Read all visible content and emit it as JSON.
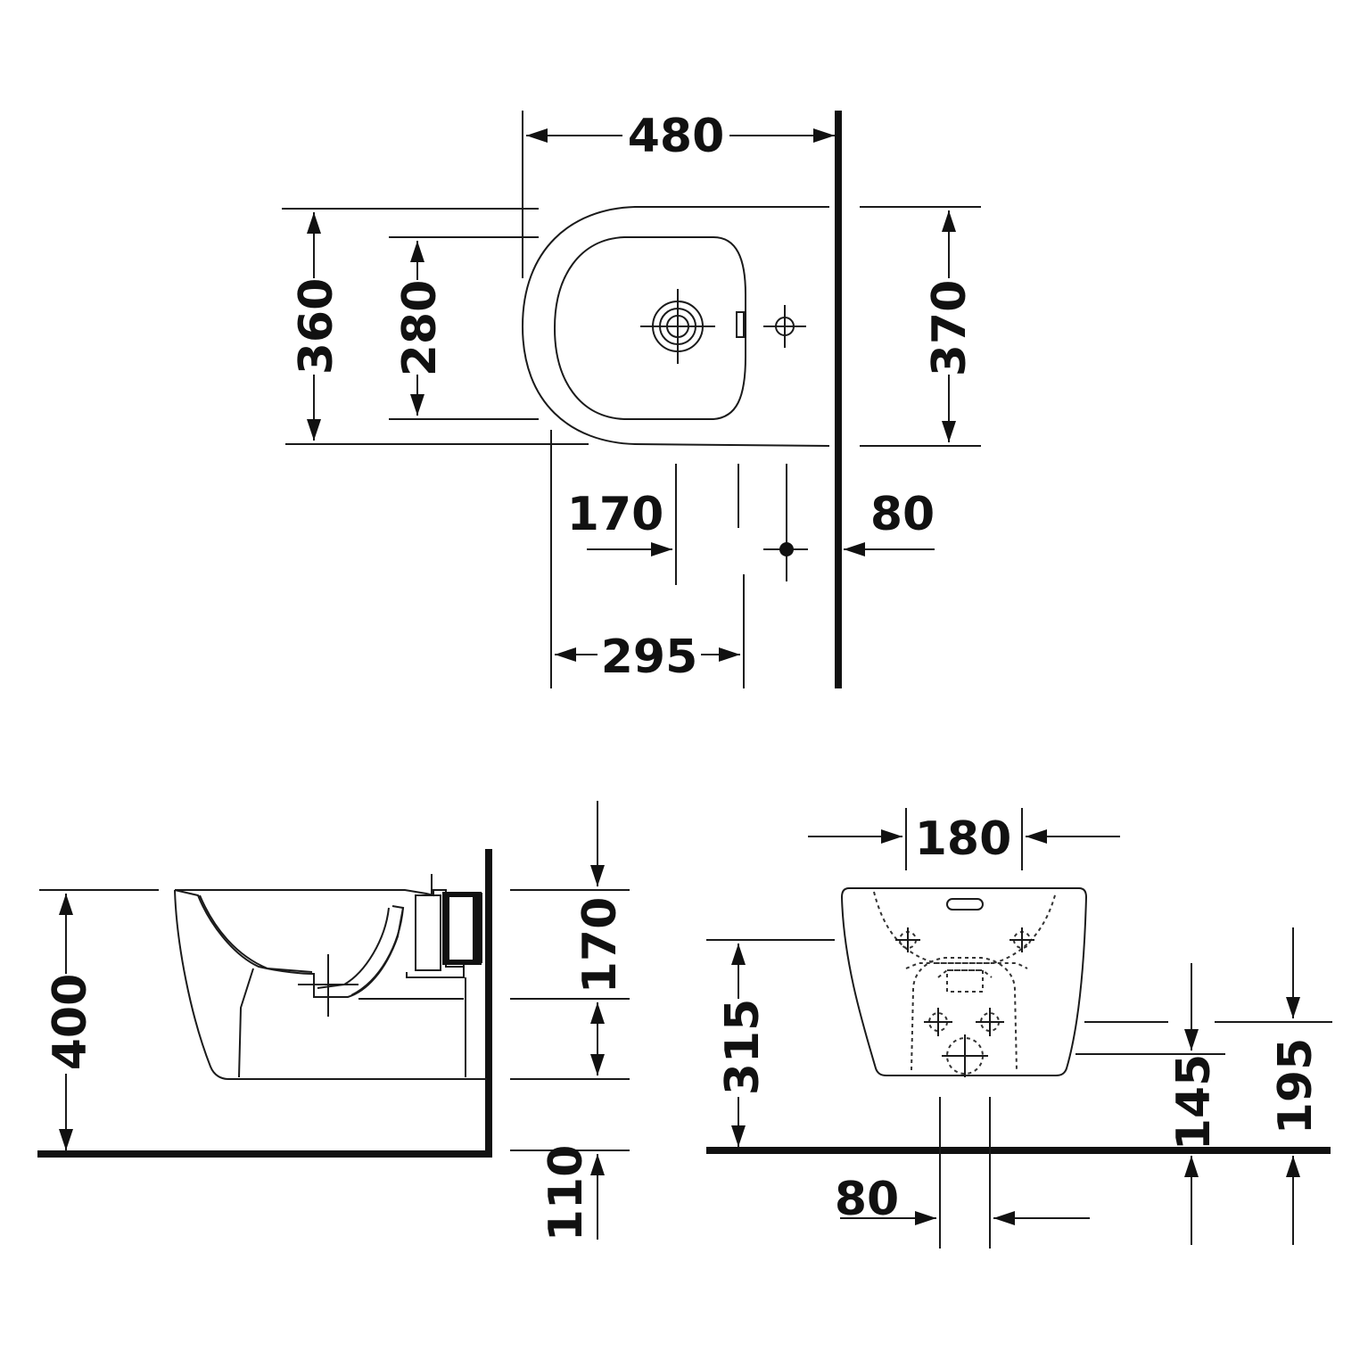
{
  "top_view": {
    "width_480": "480",
    "depth_360": "360",
    "bowl_depth_280": "280",
    "right_depth_370": "370",
    "tap_170": "170",
    "wall_80": "80",
    "offset_295": "295"
  },
  "side_view": {
    "height_400": "400",
    "upper_170": "170",
    "lower_110": "110"
  },
  "front_view": {
    "width_180": "180",
    "height_315": "315",
    "outlet_80": "80",
    "height_145": "145",
    "height_195": "195"
  }
}
